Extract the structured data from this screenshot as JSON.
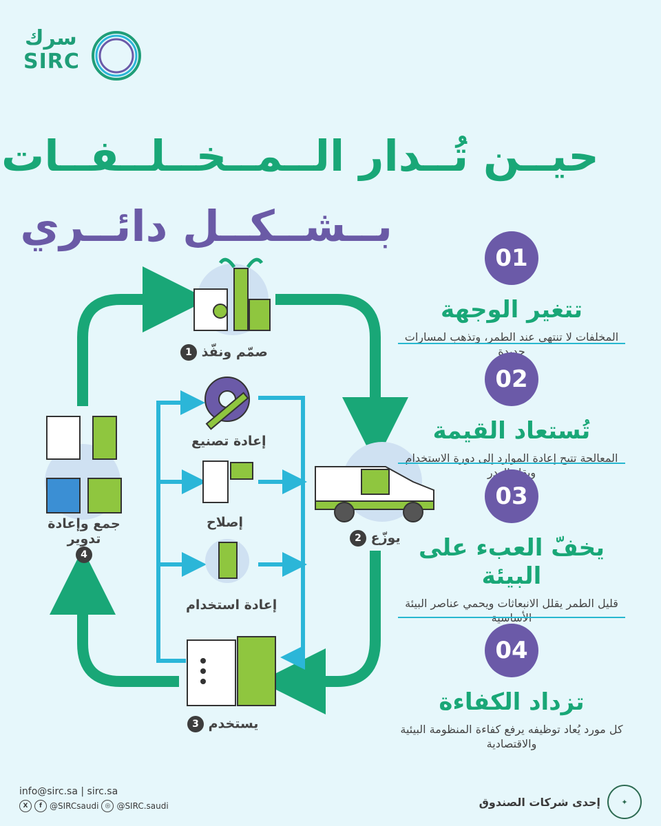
{
  "logo": {
    "name_ar": "سرك",
    "name_en": "SIRC"
  },
  "title": {
    "line1": "حيــن تُــدار الــمــخــلــفــات",
    "line2": "بــشــكــل دائــري"
  },
  "cycle": [
    {
      "number": "1",
      "label": "صمّم ونفّذ"
    },
    {
      "number": "2",
      "label": "يوزّع"
    },
    {
      "number": "3",
      "label": "يستخدم"
    },
    {
      "number": "4",
      "label": "جمع وإعادة تدوير"
    }
  ],
  "inner_loops": [
    {
      "label": "إعادة تصنيع"
    },
    {
      "label": "إصلاح"
    },
    {
      "label": "إعادة استخدام"
    }
  ],
  "steps": [
    {
      "number": "01",
      "title": "تتغير الوجهة",
      "desc": "المخلفات لا تنتهي عند الطمر، وتذهب لمسارات جديدة"
    },
    {
      "number": "02",
      "title": "تُستعاد القيمة",
      "desc": "المعالجة تتيح إعادة الموارد إلى دورة الاستخدام ويقل الهدر"
    },
    {
      "number": "03",
      "title": "يخفّ العبء على البيئة",
      "desc": "قليل الطمر يقلل الانبعاثات ويحمي عناصر البيئة الأساسية"
    },
    {
      "number": "04",
      "title": "تزداد الكفاءة",
      "desc": "كل مورد يُعاد توظيفه يرفع كفاءة المنظومة البيئية والاقتصادية"
    }
  ],
  "footer": {
    "contact": "info@sirc.sa   |   sirc.sa",
    "social": "@SIRCsaudi",
    "social2": "@SIRC.saudi",
    "affiliation": "إحدى شركات الصندوق"
  },
  "colors": {
    "green": "#19a777",
    "purple": "#6b5aa8",
    "cyan": "#2bb6d8",
    "bg": "#e6f7fb"
  }
}
